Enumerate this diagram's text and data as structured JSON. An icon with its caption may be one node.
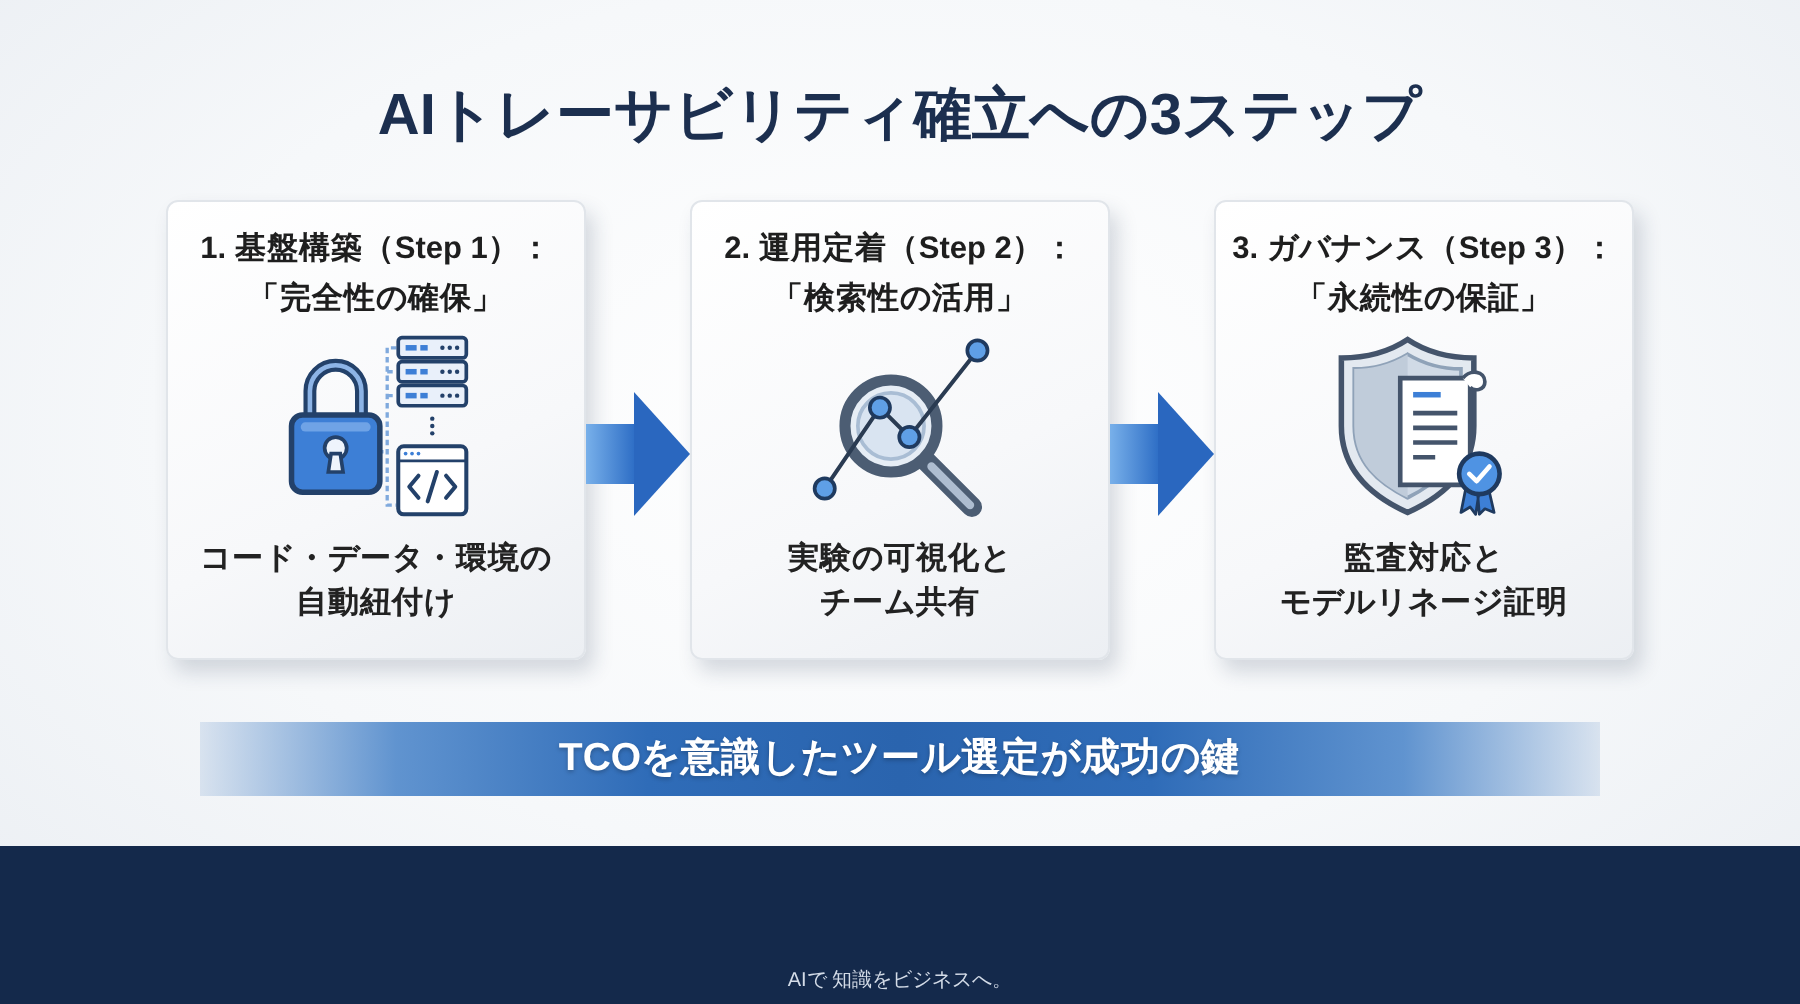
{
  "diagram": {
    "title": "AIトレーサビリティ確立への3ステップ",
    "nodes": [
      {
        "text": [
          "1. 基盤構築（Step 1）：",
          "「完全性の確保」",
          "コード・データ・環境の自動紐付け"
        ]
      },
      {
        "text": [
          "2. 運用定着（Step 2）：",
          "「検索性の活用」",
          "実験の可視化とチーム共有"
        ]
      },
      {
        "text": [
          "3. ガバナンス（Step 3）：",
          "「永続性の保証」",
          "監査対応とモデルリネージ証明"
        ]
      },
      {
        "text": [
          "TCOを意識したツール選定が成功の鍵"
        ]
      },
      {
        "text": [
          "AIで 知識をビジネスへ。"
        ]
      }
    ],
    "edges": [
      {
        "from": 0,
        "to": 1,
        "arrow": "to"
      },
      {
        "from": 1,
        "to": 2,
        "arrow": "to"
      }
    ]
  }
}
